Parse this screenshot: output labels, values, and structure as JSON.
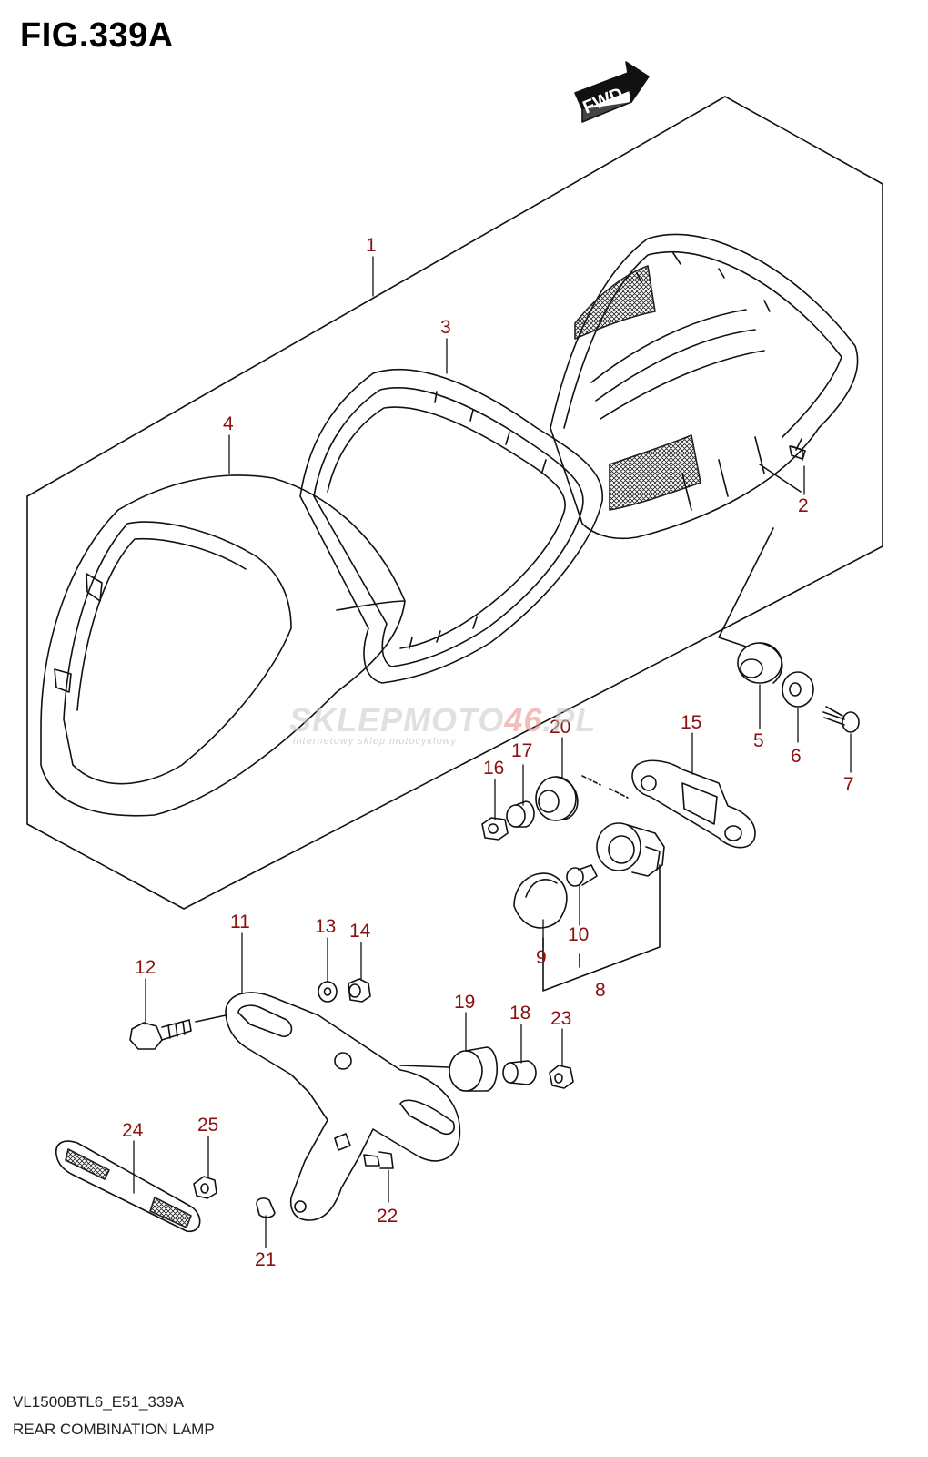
{
  "header": {
    "title": "FIG.339A"
  },
  "footer": {
    "code": "VL1500BTL6_E51_339A",
    "name": "REAR COMBINATION LAMP"
  },
  "direction_label": "FWD",
  "watermark": {
    "main_a": "SKLEPMOTO",
    "main_b": "46",
    "main_c": ".PL",
    "sub": "internetowy sklep motocyklowy"
  },
  "callouts": [
    "1",
    "2",
    "3",
    "4",
    "5",
    "6",
    "7",
    "8",
    "9",
    "10",
    "11",
    "12",
    "13",
    "14",
    "15",
    "16",
    "17",
    "18",
    "19",
    "20",
    "21",
    "22",
    "23",
    "24",
    "25"
  ],
  "colors": {
    "callout": "#8b1010",
    "line": "#111111"
  }
}
